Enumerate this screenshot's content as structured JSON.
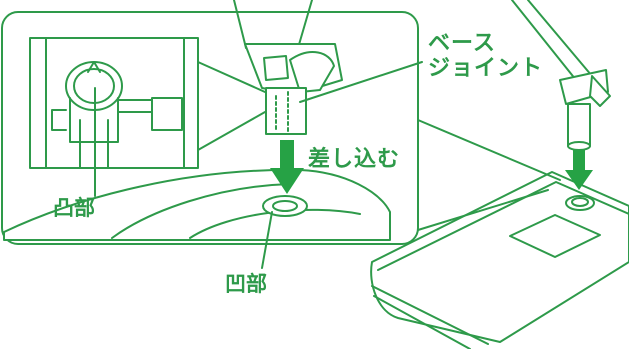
{
  "labels": {
    "base_joint": "ベース\nジョイント",
    "insert": "差し込む",
    "convex": "凸部",
    "concave": "凹部"
  },
  "colors": {
    "line": "#2e9a4a",
    "arrow": "#26a245",
    "background": "#ffffff"
  }
}
